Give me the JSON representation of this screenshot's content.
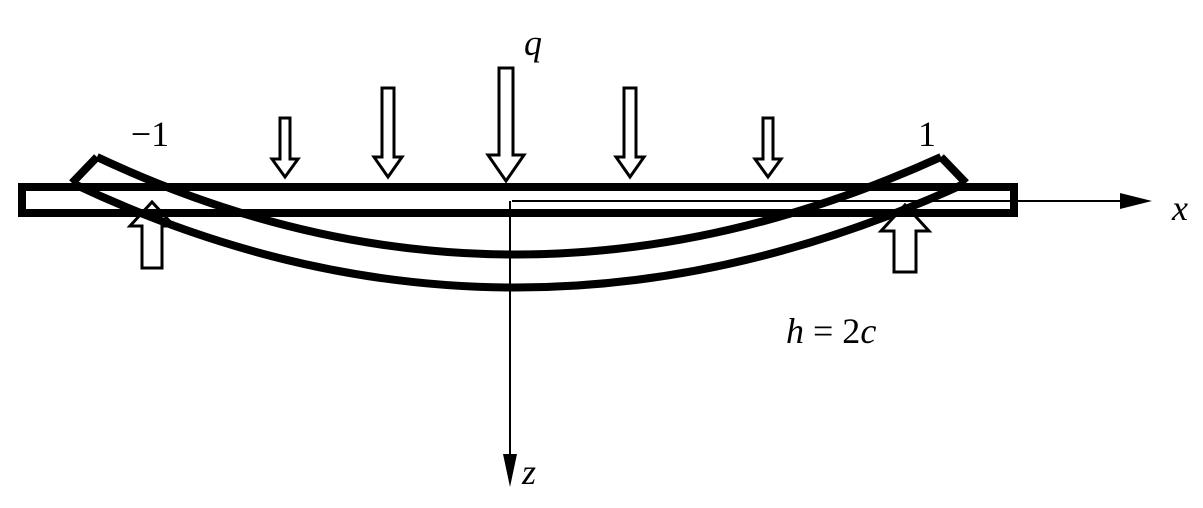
{
  "figure": {
    "load_label": "q",
    "left_coord_label": "−1",
    "right_coord_label": "1",
    "x_axis_label": "x",
    "z_axis_label": "z",
    "thickness_label": {
      "h": "h",
      "eq": " = 2",
      "c": "c"
    }
  },
  "icons": {
    "load_arrows": "down-outline-arrow",
    "reaction_arrows": "up-outline-arrow",
    "x_axis_arrowhead": "right-solid-arrowhead",
    "z_axis_arrowhead": "down-solid-arrowhead"
  },
  "colors": {
    "ink": "#000000",
    "background": "#ffffff"
  }
}
